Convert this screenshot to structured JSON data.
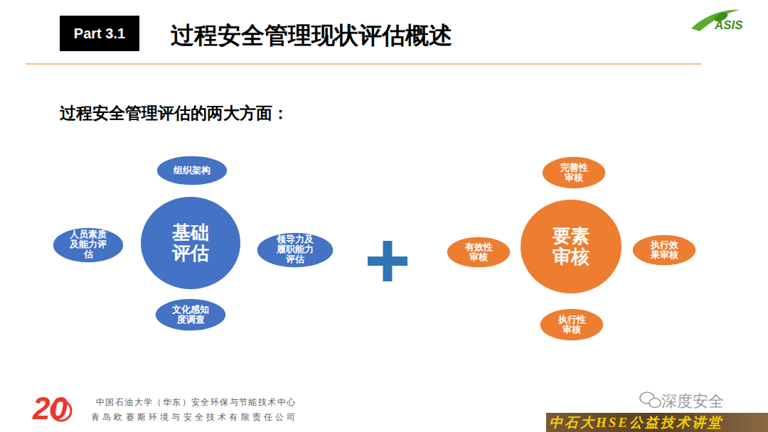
{
  "diagram": {
    "title": "过程安全管理现状评估概述",
    "nodes": [
      {
        "text": [
          "基础评估"
        ]
      },
      {
        "text": [
          "组织架构"
        ]
      },
      {
        "text": [
          "人员素质及能力评估"
        ]
      },
      {
        "text": [
          "领导力及履职能力评估"
        ]
      },
      {
        "text": [
          "文化感知度调查"
        ]
      },
      {
        "text": [
          "要素审核"
        ]
      },
      {
        "text": [
          "完善性审核"
        ]
      },
      {
        "text": [
          "有效性审核"
        ]
      },
      {
        "text": [
          "执行效果审核"
        ]
      },
      {
        "text": [
          "执行性审核"
        ]
      }
    ],
    "labels": [
      "Part 3.1",
      "ASIS",
      "过程安全管理评估的两大方面：",
      "20",
      "中国石油大学（华东）安全环保与节能技术中心",
      "青岛欧赛斯环境与安全技术有限责任公司",
      "深度安全",
      "中石大HSE公益技术讲堂"
    ]
  }
}
